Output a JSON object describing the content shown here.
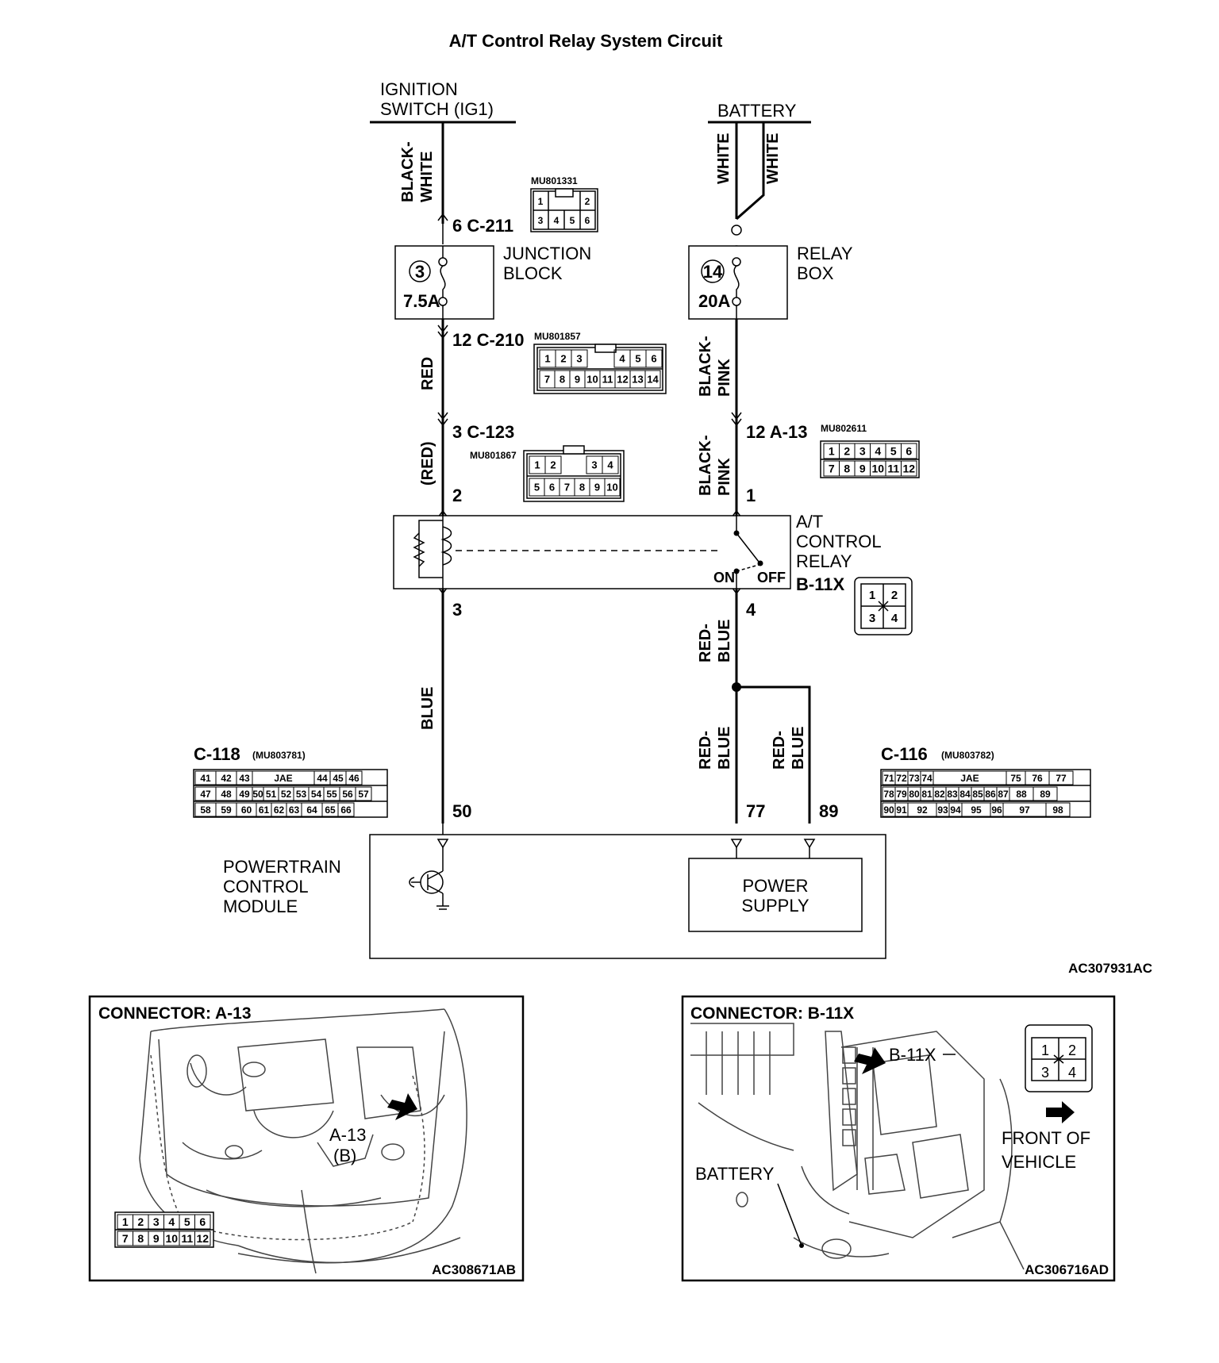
{
  "title": "A/T Control Relay System Circuit",
  "sources": {
    "ignition": [
      "IGNITION",
      "SWITCH (IG1)"
    ],
    "battery": "BATTERY"
  },
  "wires": {
    "black_white": [
      "BLACK-",
      "WHITE"
    ],
    "white_a": "WHITE",
    "white_b": "WHITE",
    "red": "RED",
    "red_paren": "(RED)",
    "black_pink_a": [
      "BLACK-",
      "PINK"
    ],
    "black_pink_b": [
      "BLACK-",
      "PINK"
    ],
    "blue": "BLUE",
    "red_blue_a": [
      "RED-",
      "BLUE"
    ],
    "red_blue_b": [
      "RED-",
      "BLUE"
    ],
    "red_blue_c": [
      "RED-",
      "BLUE"
    ]
  },
  "connectors": {
    "c211": {
      "label": "6  C-211",
      "part": "MU801331",
      "cells": [
        "1",
        "2",
        "3",
        "4",
        "5",
        "6"
      ]
    },
    "c210": {
      "label": "12  C-210",
      "part": "MU801857",
      "row1": [
        "1",
        "2",
        "3",
        "4",
        "5",
        "6"
      ],
      "row2": [
        "7",
        "8",
        "9",
        "10",
        "11",
        "12",
        "13",
        "14"
      ]
    },
    "c123": {
      "label": "3  C-123",
      "part": "MU801867",
      "row1": [
        "1",
        "2",
        "3",
        "4"
      ],
      "row2": [
        "5",
        "6",
        "7",
        "8",
        "9",
        "10"
      ]
    },
    "a13": {
      "label": "12  A-13",
      "part": "MU802611",
      "row1": [
        "1",
        "2",
        "3",
        "4",
        "5",
        "6"
      ],
      "row2": [
        "7",
        "8",
        "9",
        "10",
        "11",
        "12"
      ]
    },
    "b11x_grid": [
      "1",
      "2",
      "3",
      "4"
    ],
    "c118": {
      "label": "C-118",
      "part": "(MU803781)",
      "row1": [
        "41",
        "42",
        "43",
        "JAE",
        "44",
        "45",
        "46"
      ],
      "row2": [
        "47",
        "48",
        "49",
        "50",
        "51",
        "52",
        "53",
        "54",
        "55",
        "56",
        "57"
      ],
      "row3": [
        "58",
        "59",
        "60",
        "61",
        "62",
        "63",
        "64",
        "65",
        "66"
      ]
    },
    "c116": {
      "label": "C-116",
      "part": "(MU803782)",
      "row1": [
        "71",
        "72",
        "73",
        "74",
        "JAE",
        "75",
        "76",
        "77"
      ],
      "row2": [
        "78",
        "79",
        "80",
        "81",
        "82",
        "83",
        "84",
        "85",
        "86",
        "87",
        "88",
        "89"
      ],
      "row3": [
        "90",
        "91",
        "92",
        "93",
        "94",
        "95",
        "96",
        "97",
        "98"
      ]
    }
  },
  "components": {
    "junction_block": {
      "name": [
        "JUNCTION",
        "BLOCK"
      ],
      "fuse_no": "3",
      "rating": "7.5A"
    },
    "relay_box": {
      "name": [
        "RELAY",
        "BOX"
      ],
      "fuse_no": "14",
      "rating": "20A"
    },
    "relay": {
      "name": [
        "A/T",
        "CONTROL",
        "RELAY",
        "B-11X"
      ],
      "on": "ON",
      "off": "OFF"
    },
    "pcm": {
      "name": [
        "POWERTRAIN",
        "CONTROL",
        "MODULE"
      ],
      "power_supply": [
        "POWER",
        "SUPPLY"
      ]
    }
  },
  "pins": {
    "relay_2": "2",
    "relay_1": "1",
    "relay_3": "3",
    "relay_4": "4",
    "pcm_50": "50",
    "pcm_77": "77",
    "pcm_89": "89"
  },
  "figure_codes": {
    "main": "AC307931AC",
    "left": "AC308671AB",
    "right": "AC306716AD"
  },
  "panels": {
    "left": {
      "title": "CONNECTOR: A-13",
      "callout": "A-13",
      "callout_sub": "(B)"
    },
    "right": {
      "title": "CONNECTOR: B-11X",
      "callout": "B-11X",
      "battery": "BATTERY",
      "front": [
        "FRONT OF",
        "VEHICLE"
      ]
    }
  }
}
